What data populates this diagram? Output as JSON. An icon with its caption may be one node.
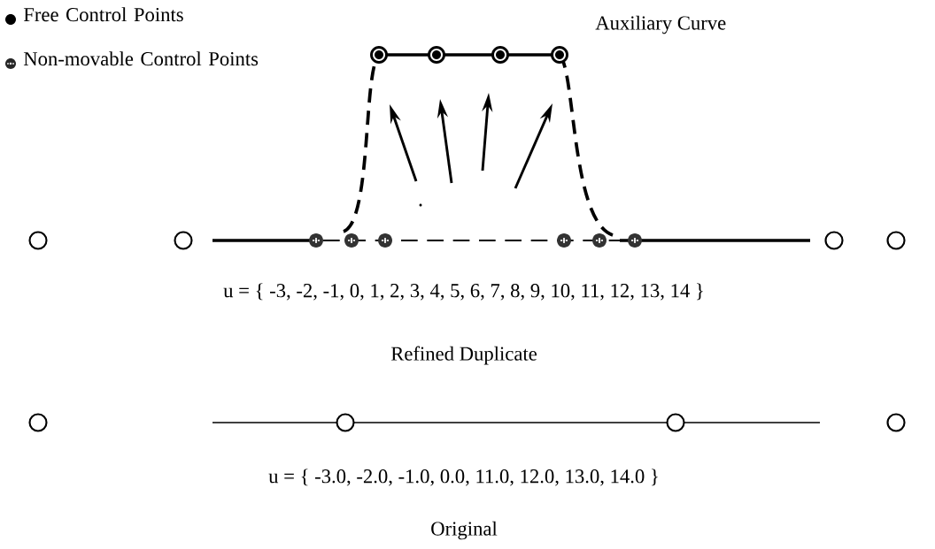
{
  "diagram": {
    "labels": [
      "Auxiliary Curve",
      "u = { -3, -2, -1, 0, 1, 2, 3, 4, 5, 6, 7, 8, 9, 10, 11, 12, 13, 14 }",
      "Refined Duplicate",
      "u = { -3.0, -2.0, -1.0, 0.0, 11.0, 12.0, 13.0, 14.0 }",
      "Original"
    ],
    "legend": [
      {
        "text": "Free Control Points"
      },
      {
        "text": "Non-movable Control Points"
      }
    ]
  }
}
